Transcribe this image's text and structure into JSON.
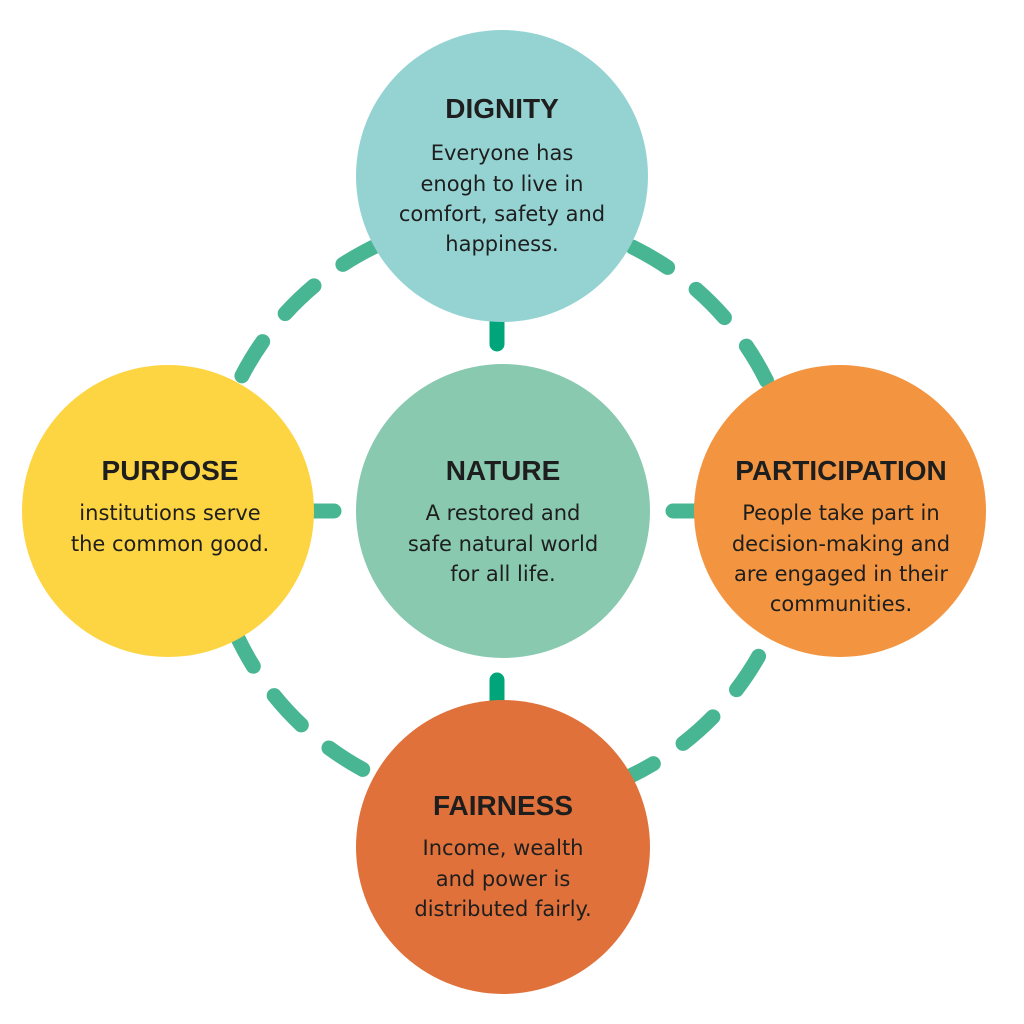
{
  "diagram": {
    "ring_color": "#48b692",
    "spoke_color": "#00a67a",
    "text_color": "#1e1e1e",
    "nodes": [
      {
        "id": "dignity",
        "title": "DIGNITY",
        "description_lines": [
          "Everyone has",
          "enogh to live in",
          "comfort, safety and",
          "happiness."
        ],
        "color": "#95d3d3"
      },
      {
        "id": "purpose",
        "title": "PURPOSE",
        "description_lines": [
          "institutions serve",
          "the common good."
        ],
        "color": "#fdd441"
      },
      {
        "id": "nature",
        "title": "NATURE",
        "description_lines": [
          "A restored and",
          "safe natural world",
          "for all life."
        ],
        "color": "#88c9b0"
      },
      {
        "id": "participation",
        "title": "PARTICIPATION",
        "description_lines": [
          "People take part in",
          "decision-making and",
          "are engaged in their",
          "communities."
        ],
        "color": "#f39540"
      },
      {
        "id": "fairness",
        "title": "FAIRNESS",
        "description_lines": [
          "Income, wealth",
          "and power is",
          "distributed fairly."
        ],
        "color": "#e0713a"
      }
    ]
  }
}
